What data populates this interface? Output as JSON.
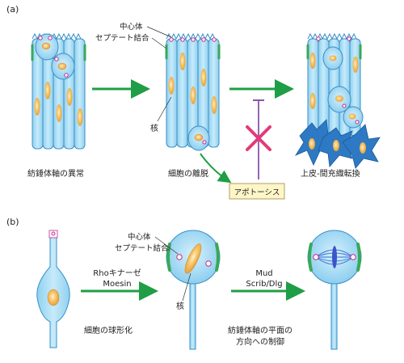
{
  "panel_a": {
    "label": "(a)",
    "centrosome_label": "中心体",
    "septate_label": "セプテート結合",
    "nucleus_label": "核",
    "caption_spindle": "紡錘体軸の異常",
    "caption_delam": "細胞の離脱",
    "caption_emt": "上皮-間充織転換",
    "apoptosis_label": "アポトーシス"
  },
  "panel_b": {
    "label": "(b)",
    "centrosome_label": "中心体",
    "septate_label": "セプテート結合",
    "nucleus_label": "核",
    "arrow1_line1": "Rhoキナーゼ",
    "arrow1_line2": "Moesin",
    "arrow2_line1": "Mud",
    "arrow2_line2": "Scrib/Dlg",
    "caption_round": "細胞の球形化",
    "caption_plane_1": "紡錘体軸の平面の",
    "caption_plane_2": "方向への制御"
  },
  "colors": {
    "cell_fill": "#a9dcf3",
    "cell_stroke": "#3a8fc7",
    "nucleus": "#f1b453",
    "septate": "#39a85a",
    "arrow": "#1f9e45",
    "centrosome": "#c42a8a",
    "mesenchymal": "#2d79c4",
    "inhibit_x": "#e23b78",
    "apoptosis_box": "#fff6c8"
  }
}
